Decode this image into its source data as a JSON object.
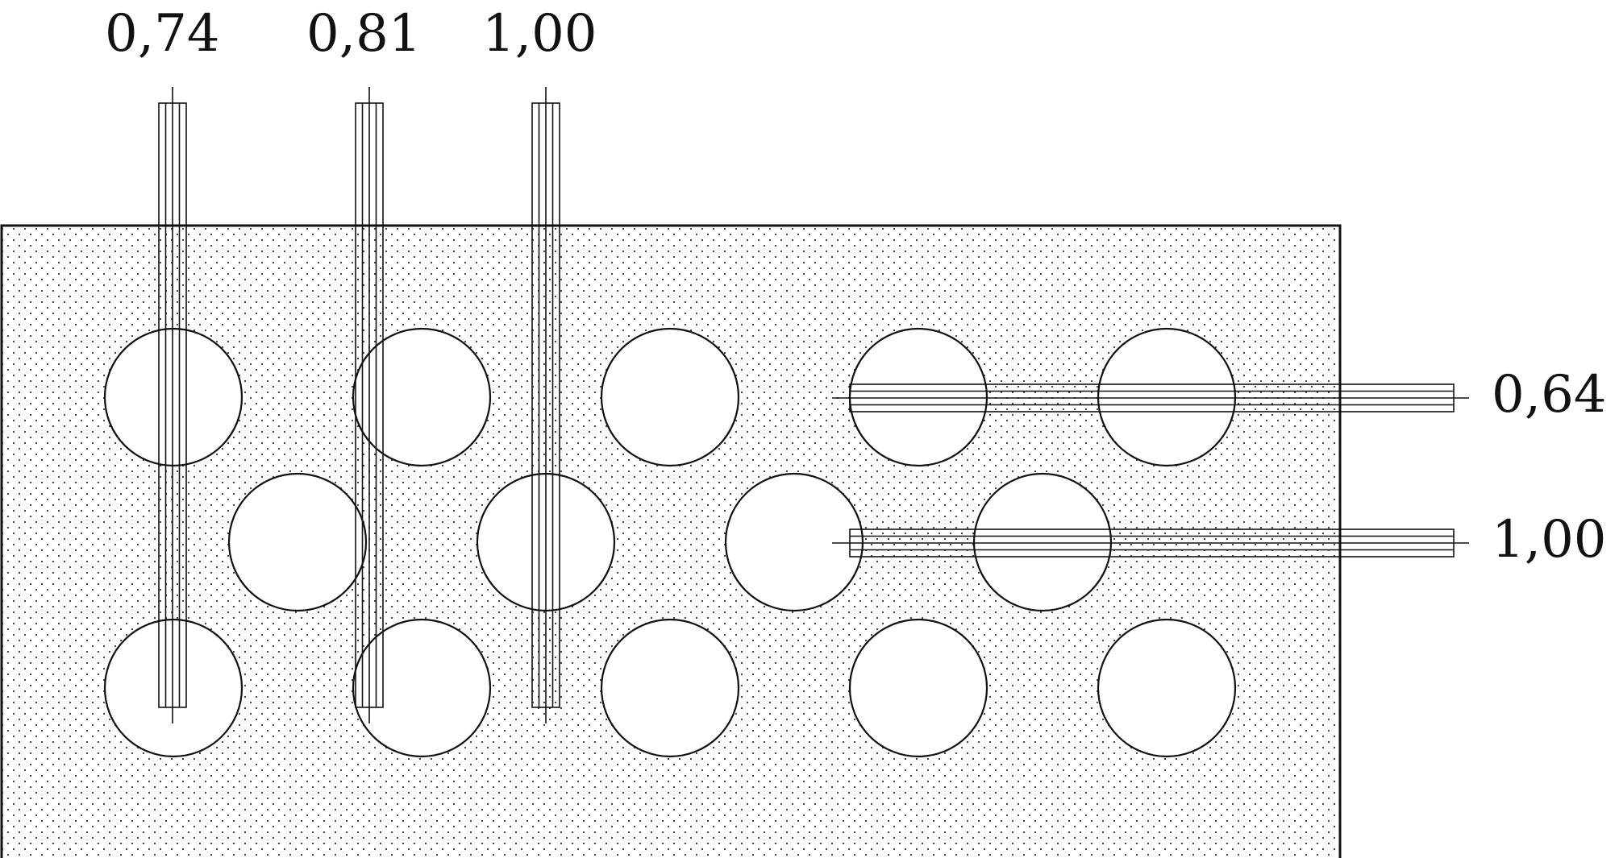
{
  "colors": {
    "stroke": "#111111",
    "background": "#ffffff",
    "matrix_dots": "#333333"
  },
  "vertical_probes": [
    {
      "label": "0,74"
    },
    {
      "label": "0,81"
    },
    {
      "label": "1,00"
    }
  ],
  "horizontal_probes": [
    {
      "label": "0,64"
    },
    {
      "label": "1,00"
    }
  ]
}
